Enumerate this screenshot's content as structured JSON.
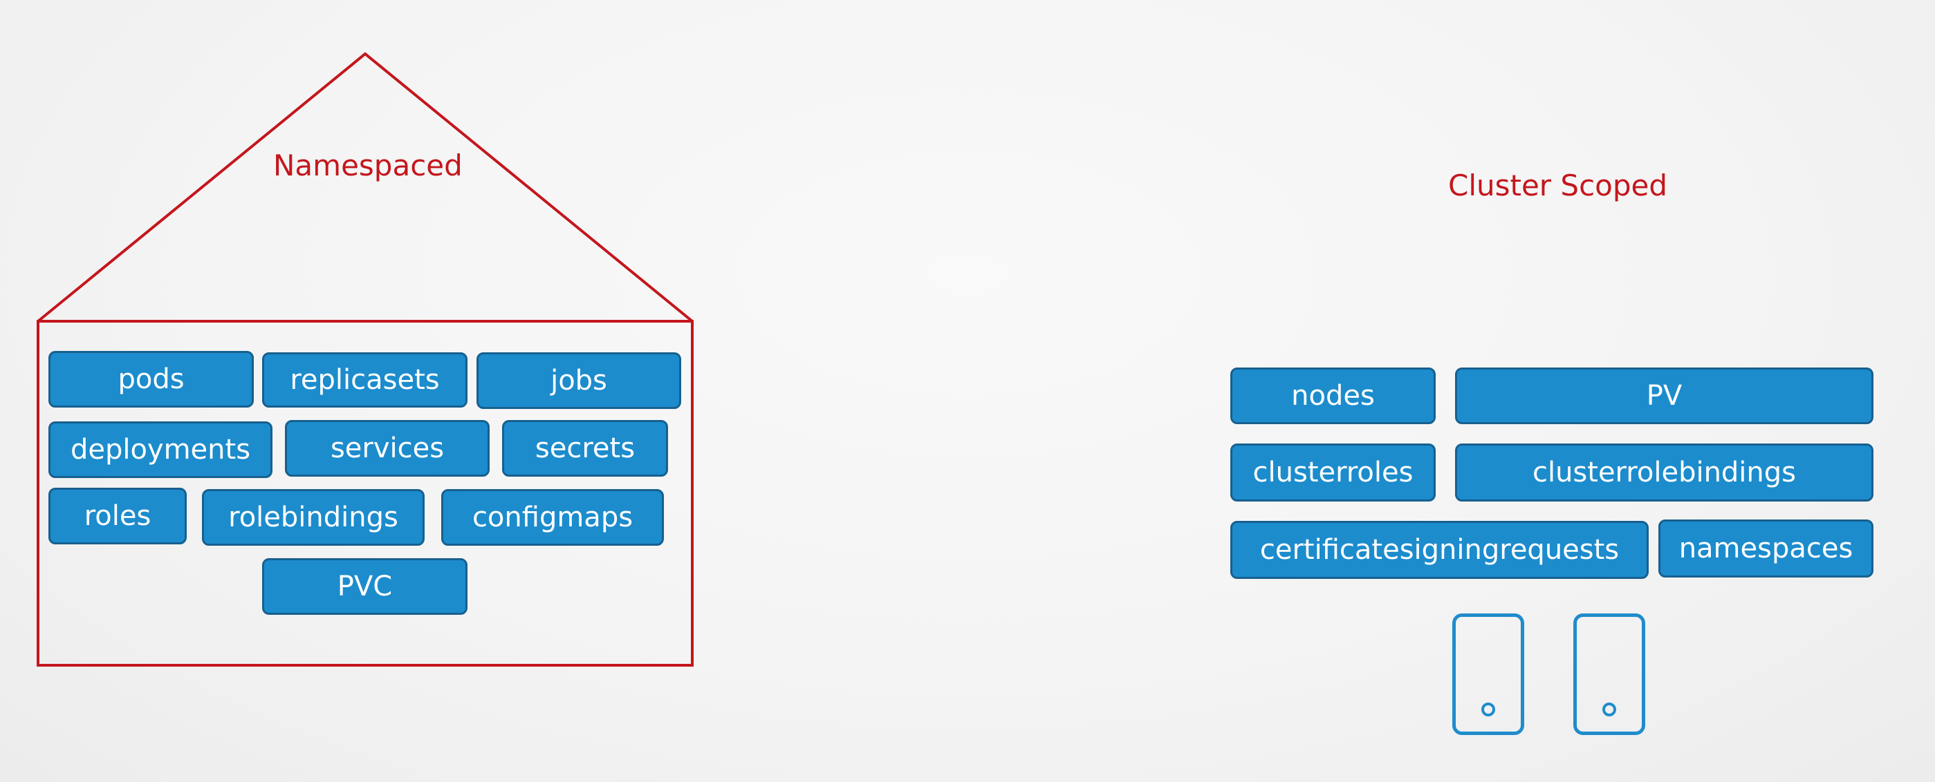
{
  "colors": {
    "accent_red": "#c4161c",
    "chip_fill": "#1c8ccd",
    "chip_border": "#17608f",
    "chip_text": "#ffffff",
    "device_stroke": "#1f8ccc"
  },
  "namespaced": {
    "title": "Namespaced",
    "items": [
      "pods",
      "replicasets",
      "jobs",
      "deployments",
      "services",
      "secrets",
      "roles",
      "rolebindings",
      "configmaps",
      "PVC"
    ]
  },
  "cluster_scoped": {
    "title": "Cluster Scoped",
    "items": [
      "nodes",
      "PV",
      "clusterroles",
      "clusterrolebindings",
      "certificatesigningrequests",
      "namespaces"
    ],
    "node_icons": [
      "node-device-icon",
      "node-device-icon"
    ]
  }
}
